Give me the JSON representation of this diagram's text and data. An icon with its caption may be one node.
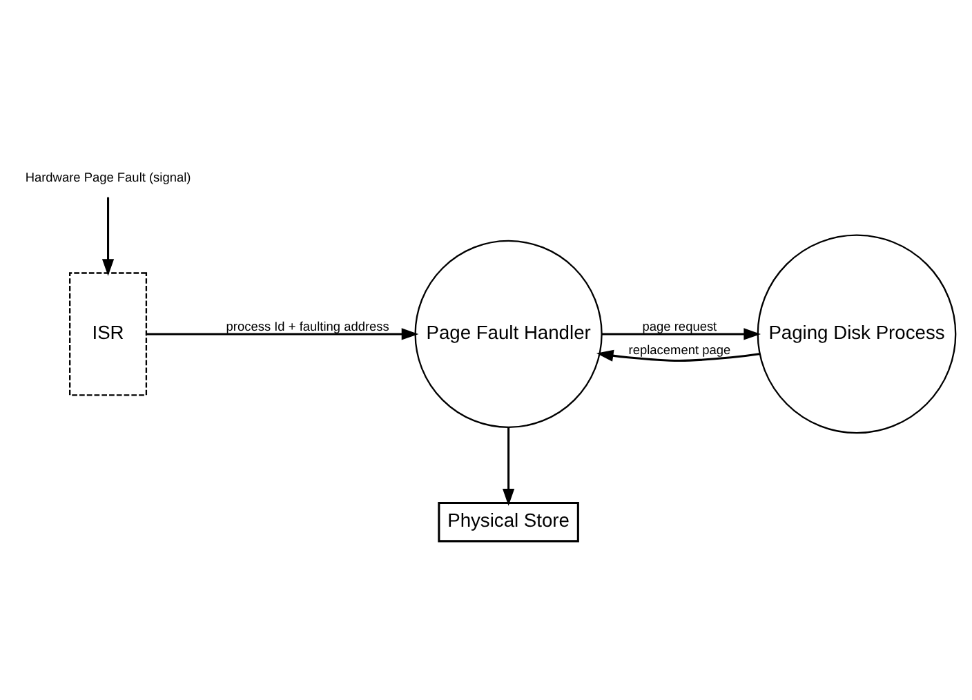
{
  "diagram": {
    "nodes": [
      {
        "text": [
          "Hardware Page Fault (signal)"
        ]
      },
      {
        "text": [
          "ISR"
        ]
      },
      {
        "text": [
          "Page Fault Handler"
        ]
      },
      {
        "text": [
          "Paging Disk Process"
        ]
      },
      {
        "text": [
          "Physical Store"
        ]
      }
    ],
    "edges": [
      {
        "from": 0,
        "to": 1,
        "arrow": "to"
      },
      {
        "from": 1,
        "to": 2,
        "arrow": "to",
        "label": "process Id + faulting address"
      },
      {
        "from": 2,
        "to": 3,
        "arrow": "to",
        "label": "page request"
      },
      {
        "from": 3,
        "to": 2,
        "arrow": "to",
        "label": "replacement page"
      },
      {
        "from": 2,
        "to": 4,
        "arrow": "to"
      }
    ]
  }
}
